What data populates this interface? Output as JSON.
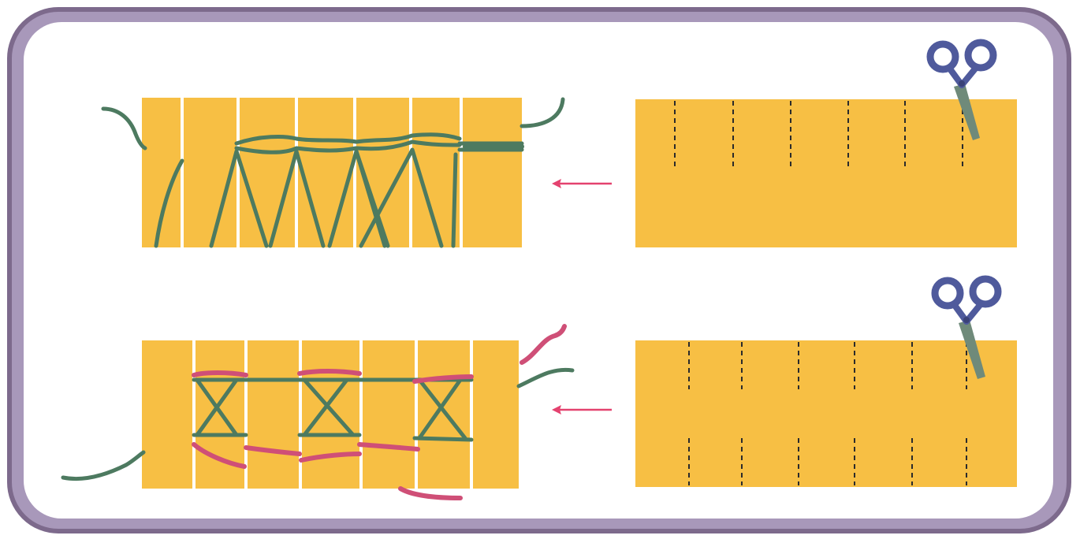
{
  "colors": {
    "frame_outer": "#7d6a8c",
    "frame_inner": "#a898ba",
    "panel_bg": "#ffffff",
    "paper": "#f7bf44",
    "thread_green": "#4d7a60",
    "thread_pink": "#cf4f77",
    "arrow": "#e4426f",
    "scissors_handle": "#4f5a9c",
    "scissors_blade": "#6f8a7a",
    "cut_line": "#2b2b2b"
  },
  "panels": [
    {
      "id": "top-row",
      "result": "woven-strips-zigzag",
      "step": "paper-cut-from-top",
      "arrow": "left"
    },
    {
      "id": "bottom-row",
      "result": "woven-strips-cross-stitch",
      "step": "paper-cut-top-and-bottom",
      "arrow": "left"
    }
  ],
  "icons": [
    "scissors-icon",
    "left-arrow-icon"
  ]
}
